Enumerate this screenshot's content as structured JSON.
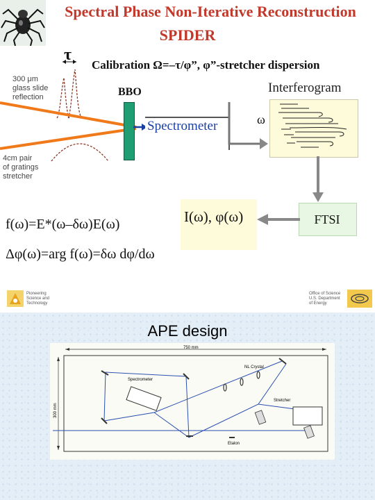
{
  "slide1": {
    "title_line1": "Spectral Phase Non-Iterative Reconstruction",
    "title_line2": "SPIDER",
    "tau_symbol": "τ",
    "calibration": "Calibration Ω=–τ/φ”, φ”-stretcher dispersion",
    "glass_note": [
      "300 μm",
      "glass slide",
      "reflection"
    ],
    "gratings_note": [
      "4cm pair",
      "of gratings",
      "stretcher"
    ],
    "bbo_label": "BBO",
    "spectrometer_label": "Spectrometer",
    "interferogram_label": "Interferogram",
    "omega_label": "ω",
    "intensity_phase_label": "I(ω), φ(ω)",
    "ftsi_label": "FTSI",
    "equation1": "f(ω)=E*(ω–δω)E(ω)",
    "equation2": "Δφ(ω)=arg f(ω)=δω dφ/dω",
    "footer_left": [
      "Pioneering",
      "Science and",
      "Technology"
    ],
    "footer_right": [
      "Office of Science",
      "U.S. Department",
      "of Energy"
    ],
    "colors": {
      "title": "#c0392b",
      "beam": "#f07a1a",
      "bbo": "#1f9e74",
      "spectrometer_text": "#1a3fa3",
      "yellow_box": "#fdfbd9",
      "ftsi_box": "#e8f7e4"
    }
  },
  "slide2": {
    "title": "APE design",
    "width_label": "750 mm",
    "height_label": "300 mm",
    "spectrometer_label": "Spectrometer",
    "crystal_label": "NL Crystal",
    "stretcher_label": "Stretcher",
    "etalon_label": "Etalon"
  }
}
